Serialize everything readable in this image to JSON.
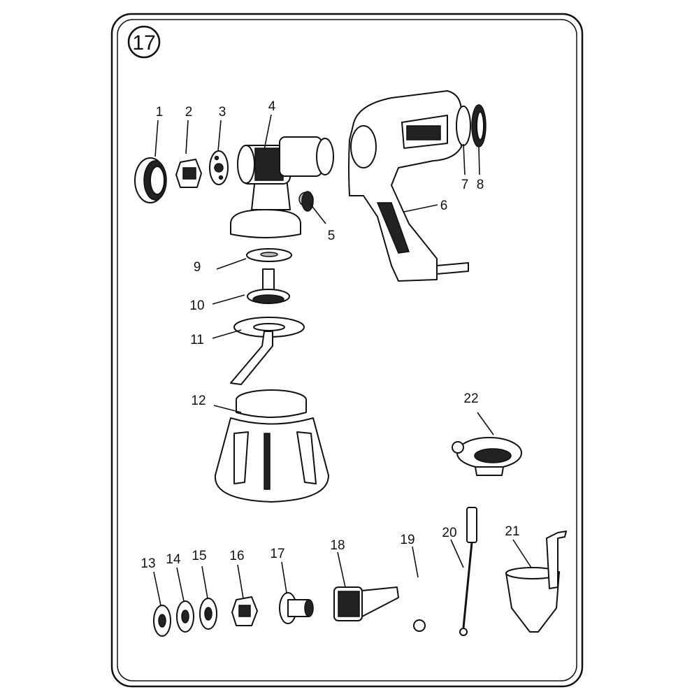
{
  "figure": {
    "badge": "17",
    "part_labels": [
      "1",
      "2",
      "3",
      "4",
      "5",
      "6",
      "7",
      "8",
      "9",
      "10",
      "11",
      "12",
      "13",
      "14",
      "15",
      "16",
      "17",
      "18",
      "19",
      "20",
      "21",
      "22"
    ]
  },
  "colors": {
    "line": "#111111",
    "background": "#ffffff",
    "shade": "#bbbbbb"
  }
}
